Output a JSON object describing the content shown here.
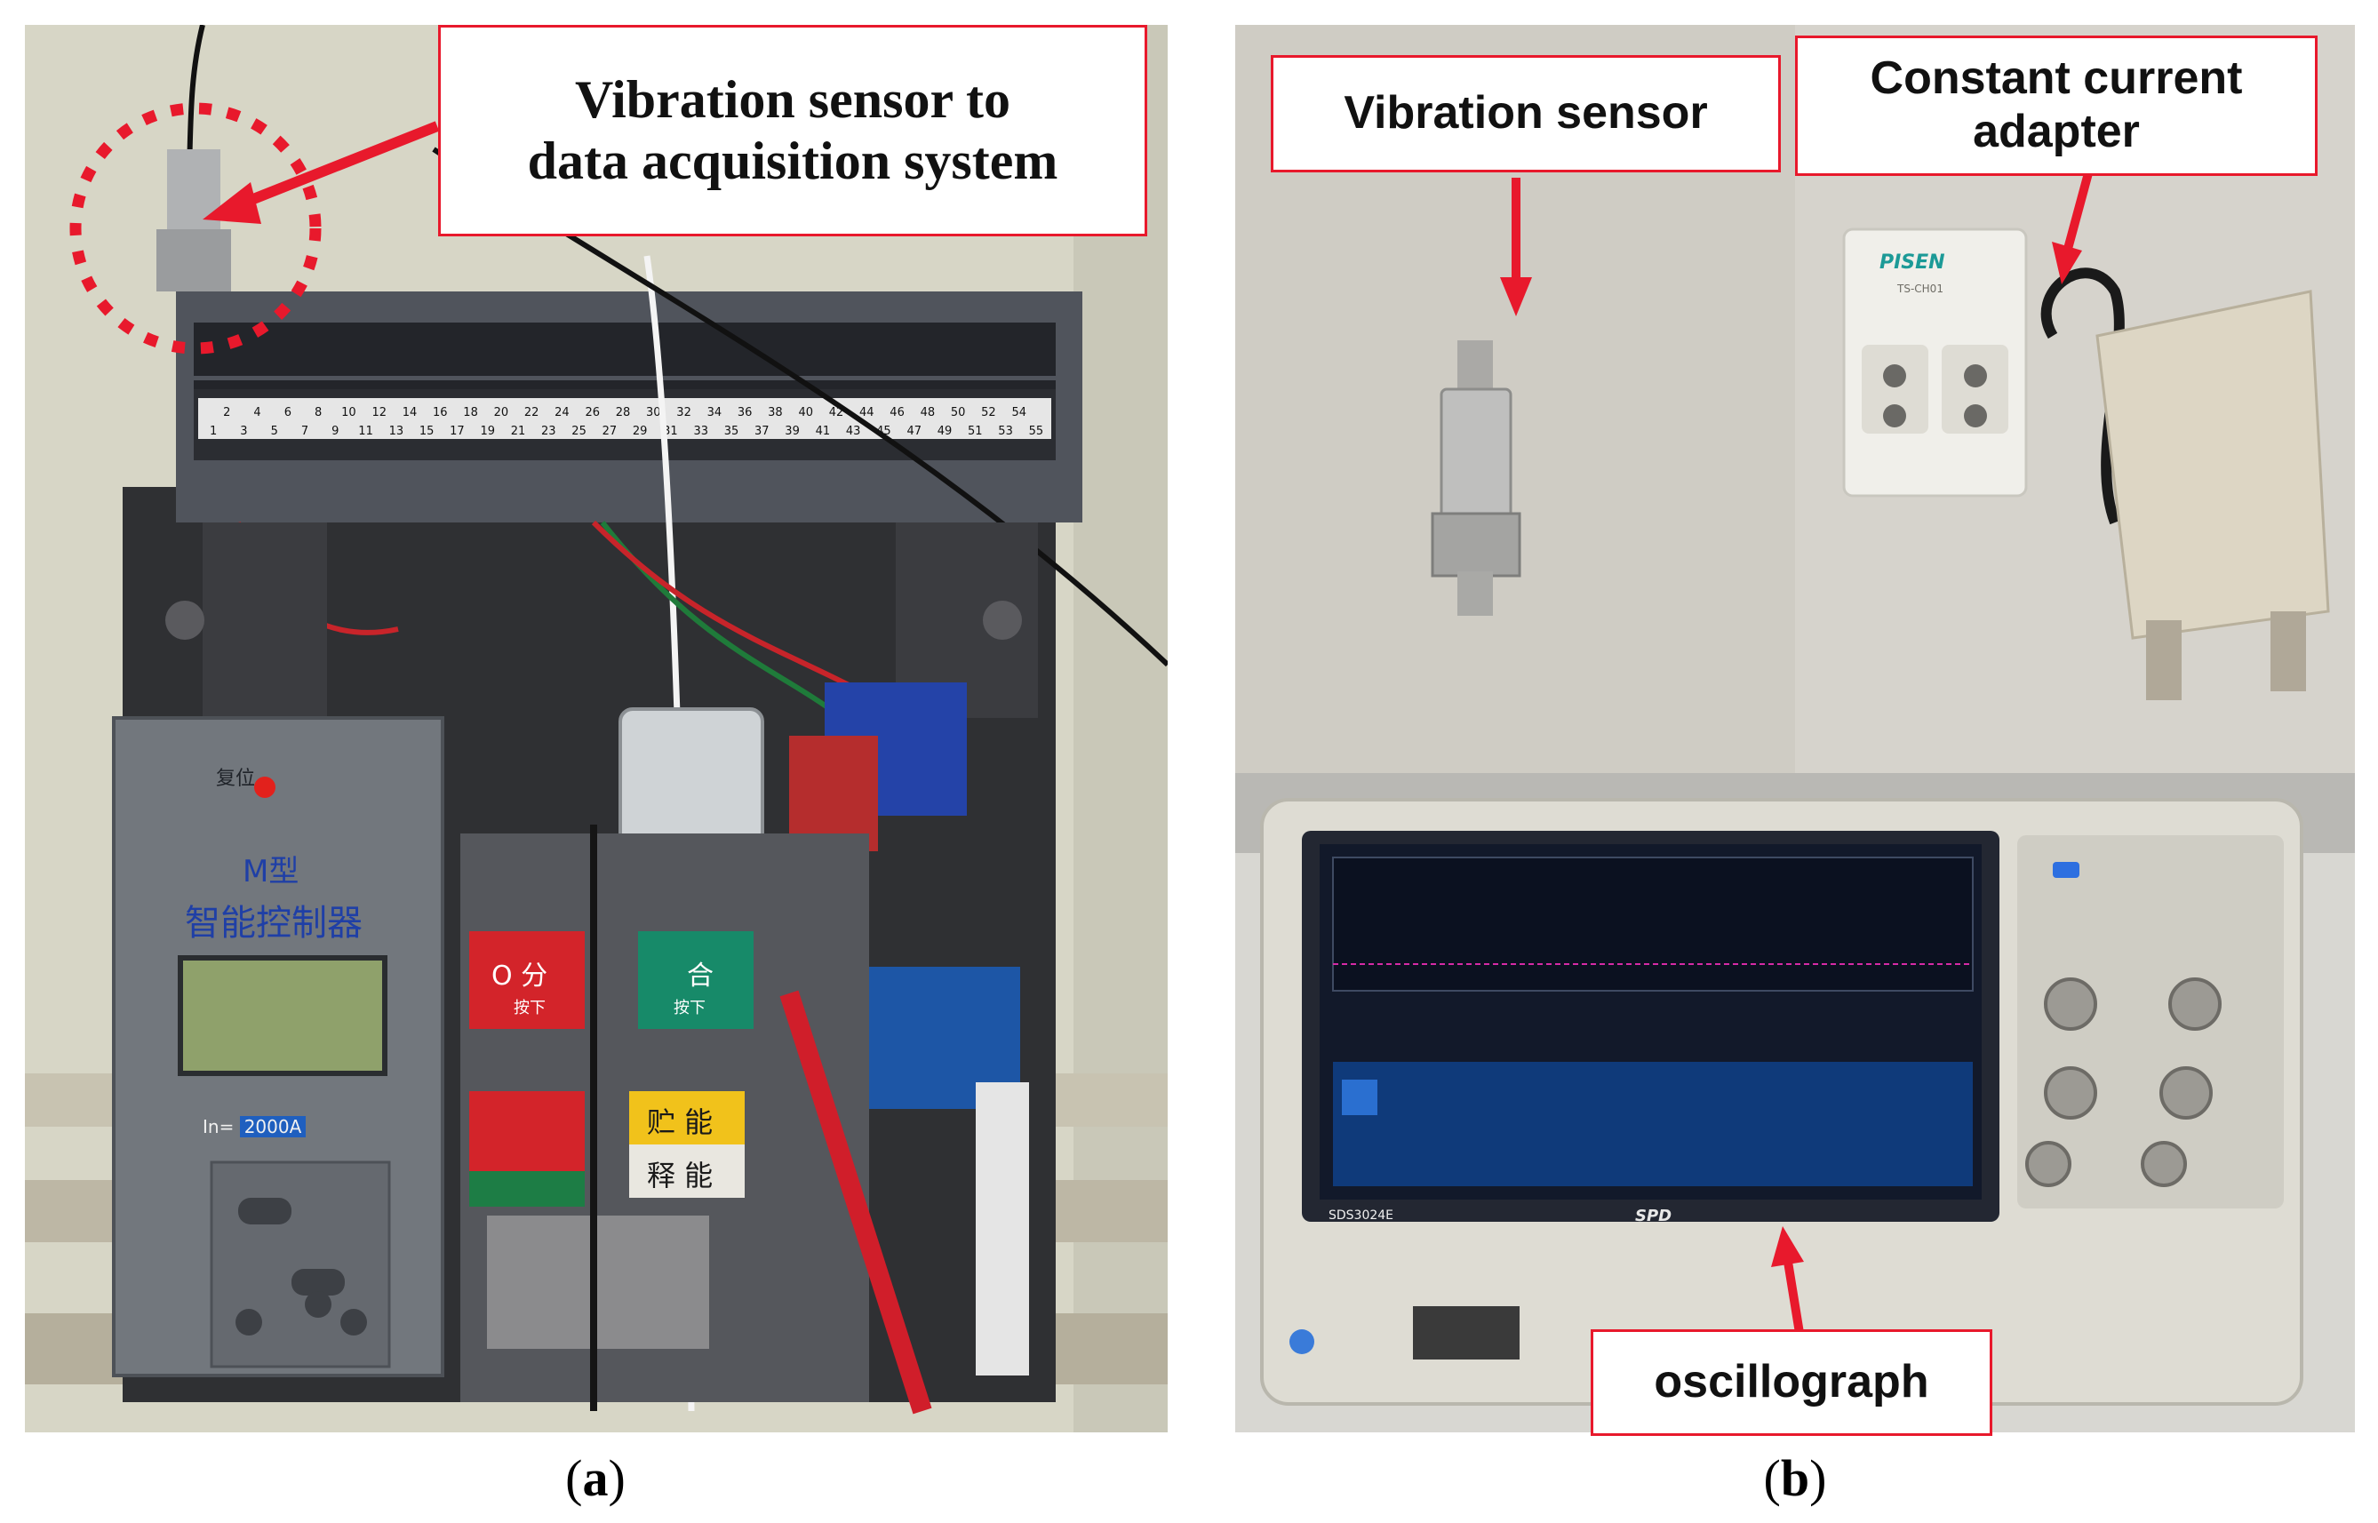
{
  "panel_a": {
    "callout_line1": "Vibration sensor to",
    "callout_line2": "data acquisition system",
    "panel_letter": "a",
    "controller": {
      "reset_label": "复位",
      "model": "M型",
      "name": "智能控制器",
      "in_label": "In=",
      "in_value": "2000A"
    },
    "buttons": {
      "open": "O 分",
      "open_sub": "按下",
      "close": "合",
      "close_sub": "按下",
      "charged": "贮 能",
      "released": "释 能"
    },
    "terminal_numbers_top": [
      "2",
      "4",
      "6",
      "8",
      "10",
      "12",
      "14",
      "16",
      "18",
      "20",
      "22",
      "24",
      "26",
      "28",
      "30",
      "32",
      "34",
      "36",
      "38",
      "40",
      "42",
      "44",
      "46",
      "48",
      "50",
      "52",
      "54"
    ],
    "terminal_numbers_bottom": [
      "1",
      "3",
      "5",
      "7",
      "9",
      "11",
      "13",
      "15",
      "17",
      "19",
      "21",
      "23",
      "25",
      "27",
      "29",
      "31",
      "33",
      "35",
      "37",
      "39",
      "41",
      "43",
      "45",
      "47",
      "49",
      "51",
      "53",
      "55"
    ]
  },
  "panel_b": {
    "callout_sensor": "Vibration sensor",
    "callout_adapter_line1": "Constant current",
    "callout_adapter_line2": "adapter",
    "callout_scope": "oscillograph",
    "panel_letter": "b",
    "adapter_brand": "PISEN",
    "adapter_model": "TS-CH01",
    "scope_model": "SDS3024E",
    "scope_brand": "SPD"
  },
  "colors": {
    "callout_border": "#e8192c",
    "arrow": "#e8192c",
    "dotted_circle": "#e8192c"
  }
}
